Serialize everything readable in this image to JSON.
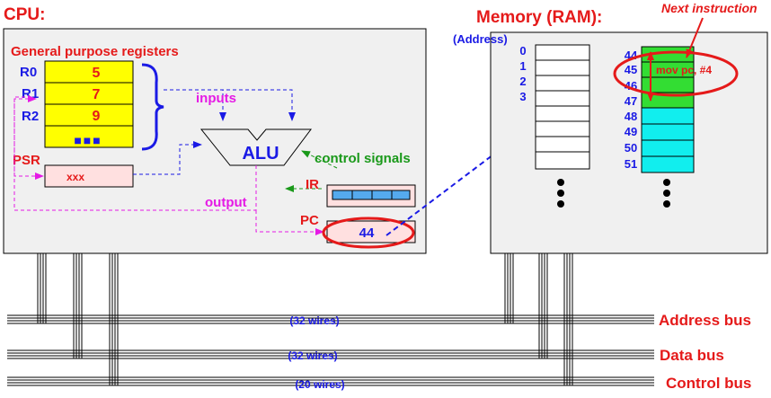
{
  "cpu": {
    "title": "CPU:",
    "gp_title": "General purpose registers",
    "registers": [
      {
        "name": "R0",
        "value": "5"
      },
      {
        "name": "R1",
        "value": "7"
      },
      {
        "name": "R2",
        "value": "9"
      }
    ],
    "more_registers": "■■■",
    "inputs_label": "inputs",
    "alu_label": "ALU",
    "control_signals_label": "control signals",
    "psr": {
      "name": "PSR",
      "value": "xxx"
    },
    "ir_label": "IR",
    "output_label": "output",
    "pc": {
      "name": "PC",
      "value": "44"
    }
  },
  "memory": {
    "title": "Memory (RAM):",
    "address_label": "(Address)",
    "left_addresses": [
      "0",
      "1",
      "2",
      "3"
    ],
    "right_addresses": [
      "44",
      "45",
      "46",
      "47",
      "48",
      "49",
      "50",
      "51"
    ],
    "instruction": "mov pc, #4",
    "next_instruction_label": "Next instruction"
  },
  "buses": [
    {
      "label": "Address bus",
      "wires": "(32 wires)"
    },
    {
      "label": "Data bus",
      "wires": "(32 wires)"
    },
    {
      "label": "Control bus",
      "wires": "(20 wires)"
    }
  ],
  "colors": {
    "title_red": "#e51a1a",
    "register_yellow": "#ffff00",
    "register_text": "#e51a1a",
    "blue": "#1a1ae5",
    "magenta": "#e51ae5",
    "green": "#1a991a",
    "psr_fill": "#ffe0e0",
    "instr_green": "#33dd33",
    "data_cyan": "#11eeee",
    "ir_cell": "#55aaee",
    "box_fill": "#f0f0f0"
  }
}
